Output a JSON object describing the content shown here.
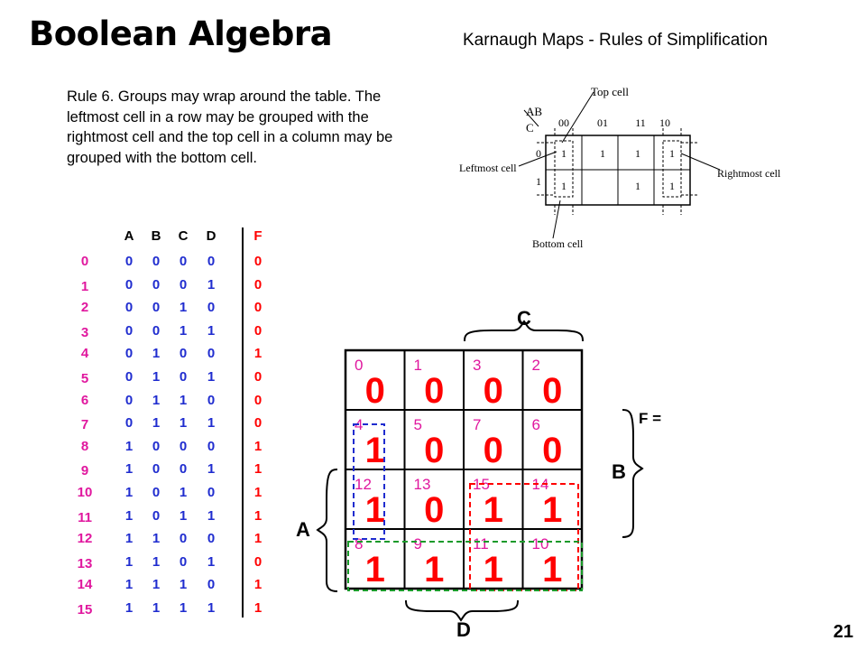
{
  "header": {
    "title": "Boolean Algebra",
    "subtitle": "Karnaugh Maps - Rules of Simplification"
  },
  "rule_text": "Rule 6. Groups may wrap around the table. The leftmost cell in a row may be grouped with the rightmost cell and the top cell in a column may be grouped with the bottom cell.",
  "truth_table": {
    "headers": [
      "A",
      "B",
      "C",
      "D",
      "F"
    ],
    "rows": [
      {
        "index": "0",
        "bits": [
          "0",
          "0",
          "0",
          "0"
        ],
        "f": "0"
      },
      {
        "index": "1",
        "bits": [
          "0",
          "0",
          "0",
          "1"
        ],
        "f": "0"
      },
      {
        "index": "2",
        "bits": [
          "0",
          "0",
          "1",
          "0"
        ],
        "f": "0"
      },
      {
        "index": "3",
        "bits": [
          "0",
          "0",
          "1",
          "1"
        ],
        "f": "0"
      },
      {
        "index": "4",
        "bits": [
          "0",
          "1",
          "0",
          "0"
        ],
        "f": "1"
      },
      {
        "index": "5",
        "bits": [
          "0",
          "1",
          "0",
          "1"
        ],
        "f": "0"
      },
      {
        "index": "6",
        "bits": [
          "0",
          "1",
          "1",
          "0"
        ],
        "f": "0"
      },
      {
        "index": "7",
        "bits": [
          "0",
          "1",
          "1",
          "1"
        ],
        "f": "0"
      },
      {
        "index": "8",
        "bits": [
          "1",
          "0",
          "0",
          "0"
        ],
        "f": "1"
      },
      {
        "index": "9",
        "bits": [
          "1",
          "0",
          "0",
          "1"
        ],
        "f": "1"
      },
      {
        "index": "10",
        "bits": [
          "1",
          "0",
          "1",
          "0"
        ],
        "f": "1"
      },
      {
        "index": "11",
        "bits": [
          "1",
          "0",
          "1",
          "1"
        ],
        "f": "1"
      },
      {
        "index": "12",
        "bits": [
          "1",
          "1",
          "0",
          "0"
        ],
        "f": "1"
      },
      {
        "index": "13",
        "bits": [
          "1",
          "1",
          "0",
          "1"
        ],
        "f": "0"
      },
      {
        "index": "14",
        "bits": [
          "1",
          "1",
          "1",
          "0"
        ],
        "f": "1"
      },
      {
        "index": "15",
        "bits": [
          "1",
          "1",
          "1",
          "1"
        ],
        "f": "1"
      }
    ]
  },
  "diagram": {
    "top_cell_label": "Top cell",
    "leftmost_label": "Leftmost cell",
    "rightmost_label": "Rightmost cell",
    "bottom_cell_label": "Bottom cell",
    "row_var": "C",
    "col_vars": "AB",
    "col_headers": [
      "00",
      "01",
      "11",
      "10"
    ],
    "row_headers": [
      "0",
      "1"
    ],
    "cells": [
      [
        "1",
        "1",
        "1",
        "1"
      ],
      [
        "1",
        "",
        "1",
        "1"
      ]
    ]
  },
  "kmap": {
    "label_c": "C",
    "label_b": "B",
    "label_a": "A",
    "label_d": "D",
    "f_equals": "F =",
    "cells": [
      [
        {
          "index": "0",
          "value": "0"
        },
        {
          "index": "1",
          "value": "0"
        },
        {
          "index": "3",
          "value": "0"
        },
        {
          "index": "2",
          "value": "0"
        }
      ],
      [
        {
          "index": "4",
          "value": "1"
        },
        {
          "index": "5",
          "value": "0"
        },
        {
          "index": "7",
          "value": "0"
        },
        {
          "index": "6",
          "value": "0"
        }
      ],
      [
        {
          "index": "12",
          "value": "1"
        },
        {
          "index": "13",
          "value": "0"
        },
        {
          "index": "15",
          "value": "1"
        },
        {
          "index": "14",
          "value": "1"
        }
      ],
      [
        {
          "index": "8",
          "value": "1"
        },
        {
          "index": "9",
          "value": "1"
        },
        {
          "index": "11",
          "value": "1"
        },
        {
          "index": "10",
          "value": "1"
        }
      ]
    ],
    "colors": {
      "index": "#e0179e",
      "value": "#ff0000",
      "group_blue": "#1f2ccf",
      "group_red": "#ff0000",
      "group_green": "#1a9a2a"
    }
  },
  "slide_number": "21"
}
